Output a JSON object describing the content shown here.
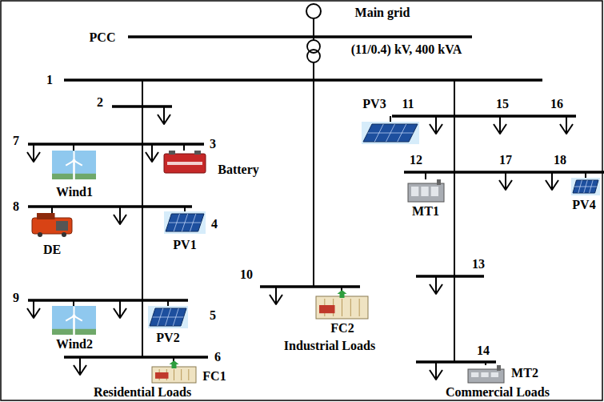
{
  "diagram": {
    "labels": [
      "Main grid",
      "PCC",
      "(11/0.4) kV, 400 kVA",
      "1",
      "2",
      "7",
      "3",
      "Battery",
      "Wind1",
      "8",
      "4",
      "DE",
      "PV1",
      "11",
      "15",
      "16",
      "PV3",
      "12",
      "17",
      "18",
      "MT1",
      "PV4",
      "10",
      "FC2",
      "13",
      "9",
      "5",
      "Wind2",
      "PV2",
      "6",
      "FC1",
      "Industrial Loads",
      "14",
      "MT2",
      "Commercial Loads",
      "Residential Loads"
    ]
  }
}
